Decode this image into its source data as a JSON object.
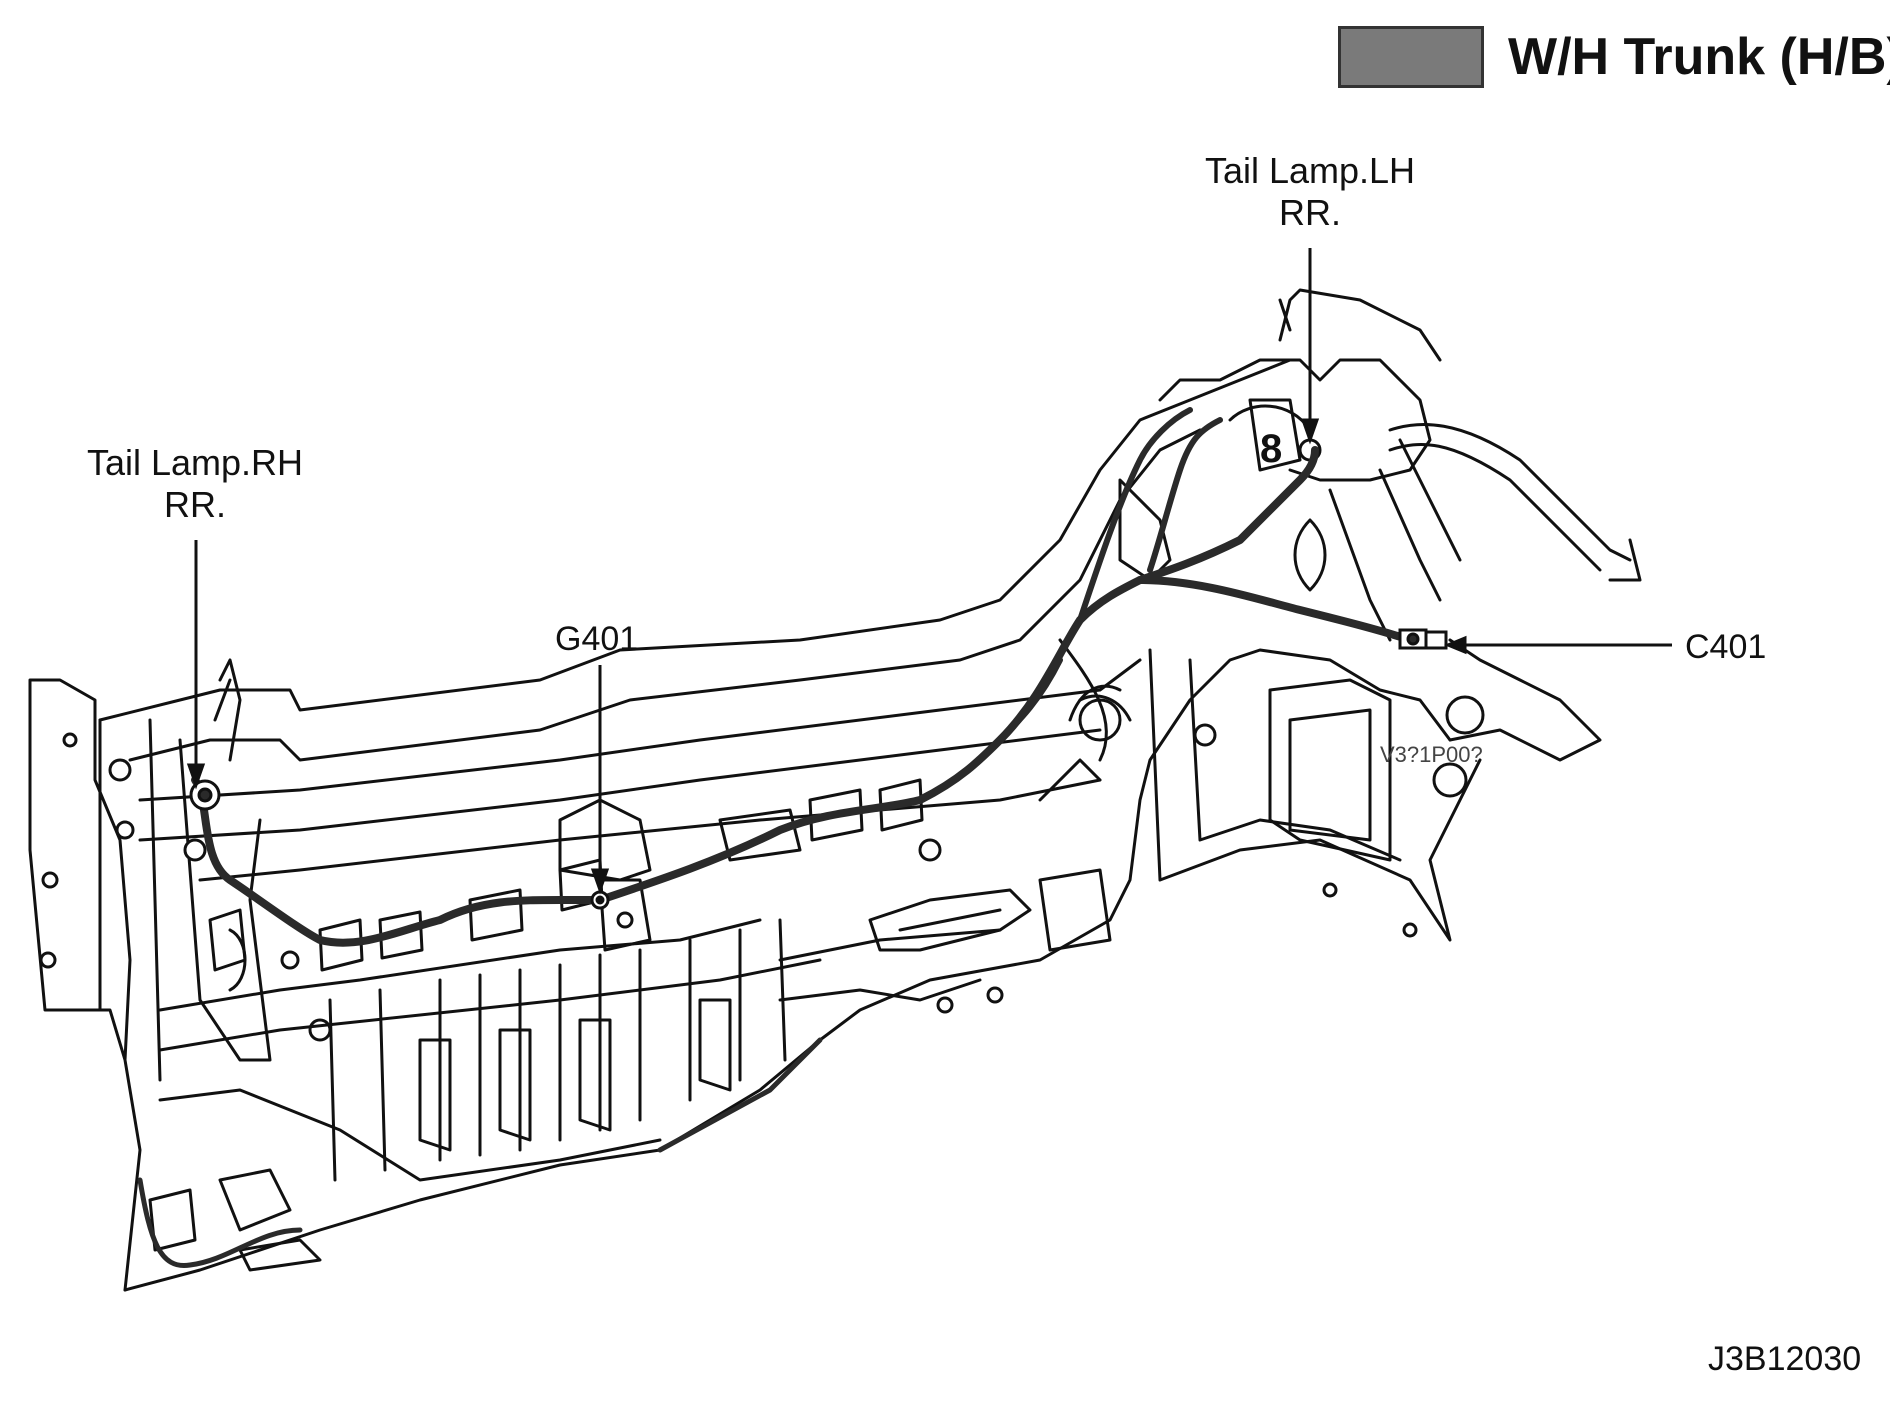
{
  "legend": {
    "label": "W/H Trunk (H/B)",
    "swatch_color": "#7a7a7a"
  },
  "callouts": {
    "tail_lamp_lh": {
      "line1": "Tail Lamp.LH",
      "line2": "RR."
    },
    "tail_lamp_rh": {
      "line1": "Tail Lamp.RH",
      "line2": "RR."
    },
    "ground": {
      "label": "G401"
    },
    "connector": {
      "label": "C401"
    }
  },
  "part_stamp": "V3?1P00?",
  "figure_code": "J3B12030",
  "colors": {
    "line": "#111111",
    "harness": "#2a2a2a",
    "background": "#ffffff"
  }
}
